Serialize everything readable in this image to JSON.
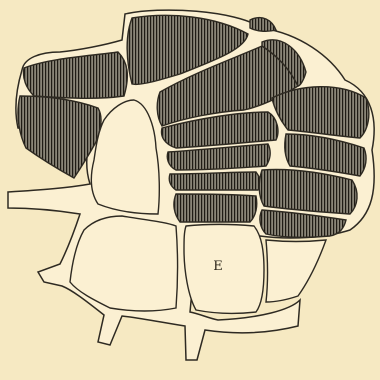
{
  "figure": {
    "cell_label": "E"
  },
  "colors": {
    "paper": "#f6e9c2",
    "wall": "#f8edcc",
    "outline": "#2e2a22",
    "cell_fill": "#6f6a5e",
    "hatch": "#2b271f"
  },
  "cells": {
    "shaded_count": 14,
    "empty_count": 4
  }
}
